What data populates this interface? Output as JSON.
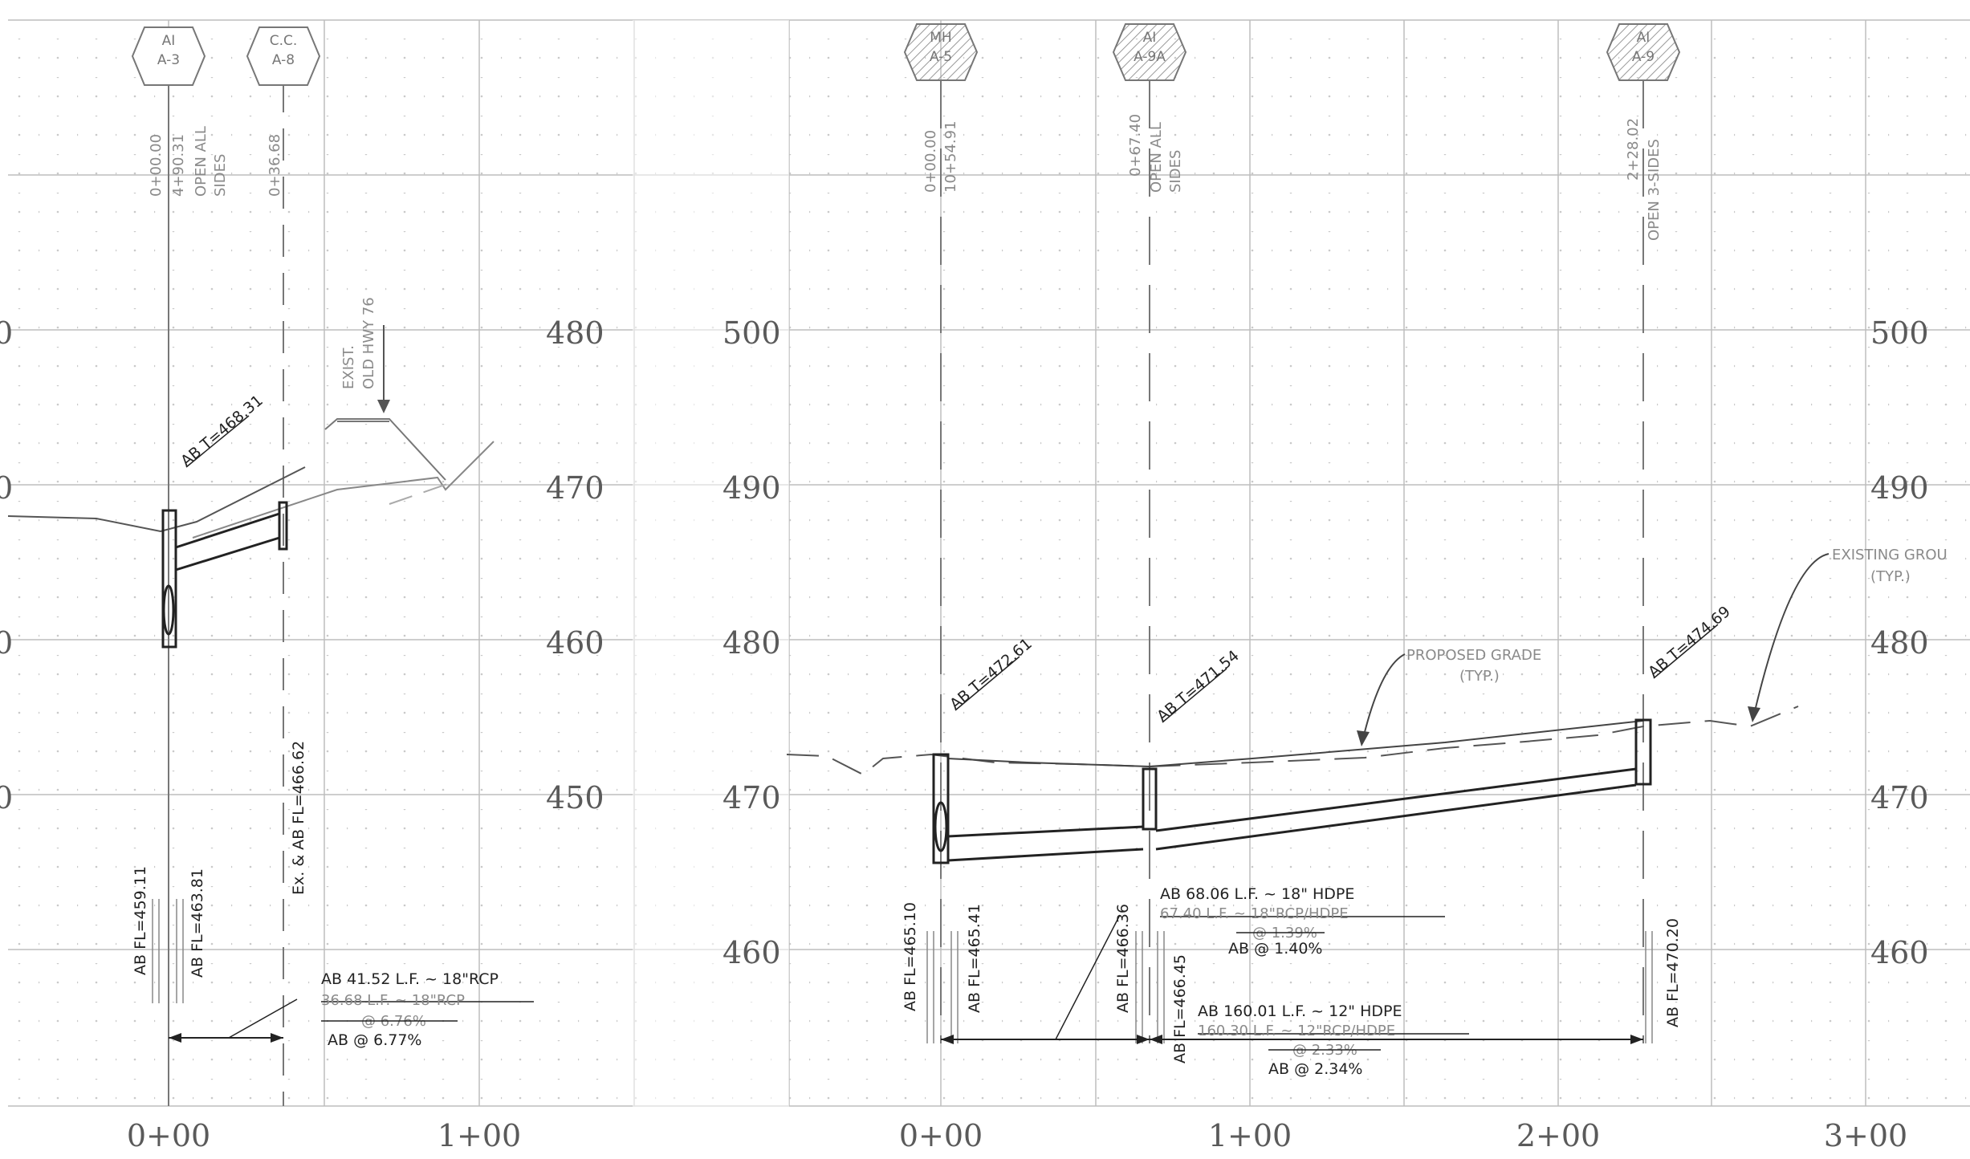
{
  "left_profile": {
    "station_labels": [
      "0+00",
      "1+00"
    ],
    "elevation_labels": [
      "480",
      "470",
      "460",
      "450"
    ],
    "structures": [
      {
        "tag_line1": "AI",
        "tag_line2": "A-3",
        "station_text": "0+00.00",
        "station_text2": "4+90.31",
        "note_line1": "OPEN ALL",
        "note_line2": "SIDES",
        "top_label": "AB T=468.31",
        "fl_label_1": "AB FL=459.11",
        "fl_label_2": "AB FL=463.81"
      },
      {
        "tag_line1": "C.C.",
        "tag_line2": "A-8",
        "station_text": "0+36.68",
        "fl_label_1": "Ex. & AB FL=466.62"
      }
    ],
    "existing_note_line1": "EXIST.",
    "existing_note_line2": "OLD HWY 76",
    "pipe": {
      "label": "AB 41.52 L.F. ~ 18\"RCP",
      "old_length": "36.68 L.F. ~ 18\"RCP",
      "old_slope": "@ 6.76%",
      "slope_label": "AB @ 6.77%"
    }
  },
  "right_profile": {
    "station_labels": [
      "0+00",
      "1+00",
      "2+00",
      "3+00"
    ],
    "elevation_labels_left": [
      "500",
      "490",
      "480",
      "470",
      "460"
    ],
    "elevation_labels_right": [
      "500",
      "490",
      "480",
      "470",
      "460"
    ],
    "structures": [
      {
        "tag_line1": "MH",
        "tag_line2": "A-5",
        "station_text": "0+00.00",
        "station_text2": "10+54.91",
        "top_label": "AB T=472.61",
        "fl_label_1": "AB FL=465.10",
        "fl_label_2": "AB FL=465.41"
      },
      {
        "tag_line1": "AI",
        "tag_line2": "A-9A",
        "station_text": "0+67.40",
        "note_line1": "OPEN ALL",
        "note_line2": "SIDES",
        "top_label": "AB T=471.54",
        "fl_label_1": "AB FL=466.36",
        "fl_label_2": "AB FL=466.45"
      },
      {
        "tag_line1": "AI",
        "tag_line2": "A-9",
        "station_text": "2+28.02",
        "note_line1": "OPEN 3-SIDES",
        "top_label": "AB T=474.69",
        "fl_label_1": "AB FL=470.20"
      }
    ],
    "proposed_grade_line1": "PROPOSED GRADE",
    "proposed_grade_line2": "(TYP.)",
    "existing_ground_line1": "EXISTING GROU",
    "existing_ground_line2": "(TYP.)",
    "pipe_1": {
      "label": "AB 68.06 L.F. ~ 18\" HDPE",
      "old_length": "67.40 L.F. ~ 18\"RCP/HDPE",
      "old_slope": "@ 1.39%",
      "slope_label": "AB @ 1.40%"
    },
    "pipe_2": {
      "label": "AB 160.01 L.F. ~ 12\" HDPE",
      "old_length": "160.30 L.F. ~ 12\"RCP/HDPE",
      "old_slope": "@ 2.33%",
      "slope_label": "AB @ 2.34%"
    }
  },
  "edge_labels": [
    "0",
    "0",
    "0",
    "0"
  ]
}
